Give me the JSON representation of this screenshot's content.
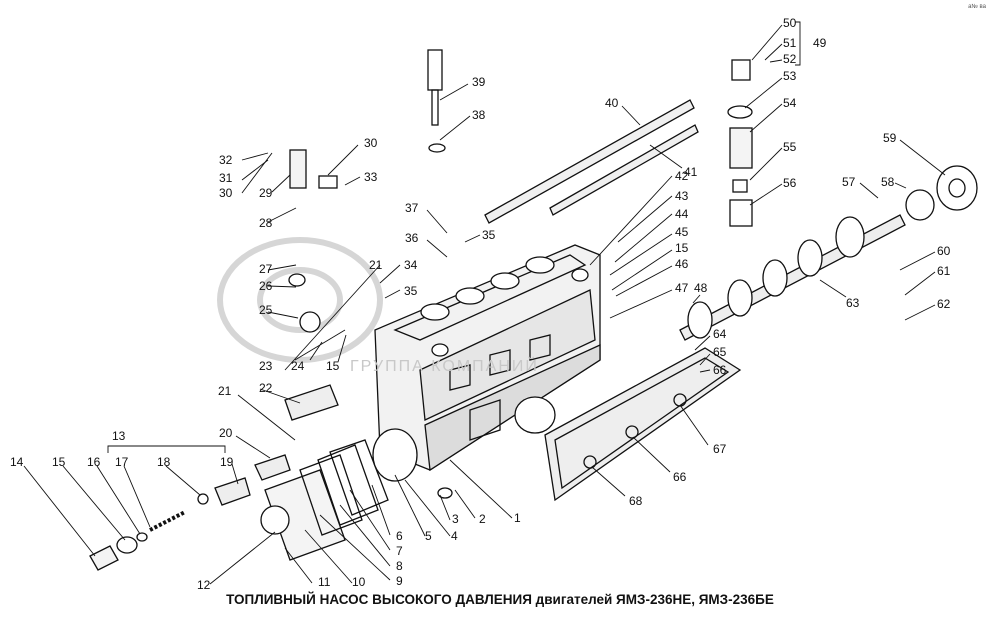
{
  "title": "ТОПЛИВНЫЙ НАСОС ВЫСОКОГО ДАВЛЕНИЯ двигателей ЯМЗ-236НЕ, ЯМЗ-236БЕ",
  "corner_mark": "а№ ва",
  "watermark": "ГРУППА КОМПАНИЙ",
  "labels": {
    "n1": "1",
    "n2": "2",
    "n3": "3",
    "n4": "4",
    "n5": "5",
    "n6": "6",
    "n7": "7",
    "n8": "8",
    "n9": "9",
    "n10": "10",
    "n11": "11",
    "n12": "12",
    "n13": "13",
    "n14": "14",
    "n15a": "15",
    "n15b": "15",
    "n15c": "15",
    "n16": "16",
    "n17": "17",
    "n18": "18",
    "n19": "19",
    "n20": "20",
    "n21a": "21",
    "n21b": "21",
    "n22": "22",
    "n23": "23",
    "n24": "24",
    "n25": "25",
    "n26": "26",
    "n27": "27",
    "n28": "28",
    "n29": "29",
    "n30a": "30",
    "n30b": "30",
    "n31": "31",
    "n32": "32",
    "n33": "33",
    "n34": "34",
    "n35a": "35",
    "n35b": "35",
    "n36": "36",
    "n37": "37",
    "n38": "38",
    "n39": "39",
    "n40": "40",
    "n41": "41",
    "n42": "42",
    "n43": "43",
    "n44": "44",
    "n45": "45",
    "n46": "46",
    "n47": "47",
    "n48": "48",
    "n49": "49",
    "n50": "50",
    "n51": "51",
    "n52": "52",
    "n53": "53",
    "n54": "54",
    "n55": "55",
    "n56": "56",
    "n57": "57",
    "n58": "58",
    "n59": "59",
    "n60": "60",
    "n61": "61",
    "n62": "62",
    "n63": "63",
    "n64": "64",
    "n65": "65",
    "n66a": "66",
    "n66b": "66",
    "n67": "67",
    "n68": "68"
  }
}
